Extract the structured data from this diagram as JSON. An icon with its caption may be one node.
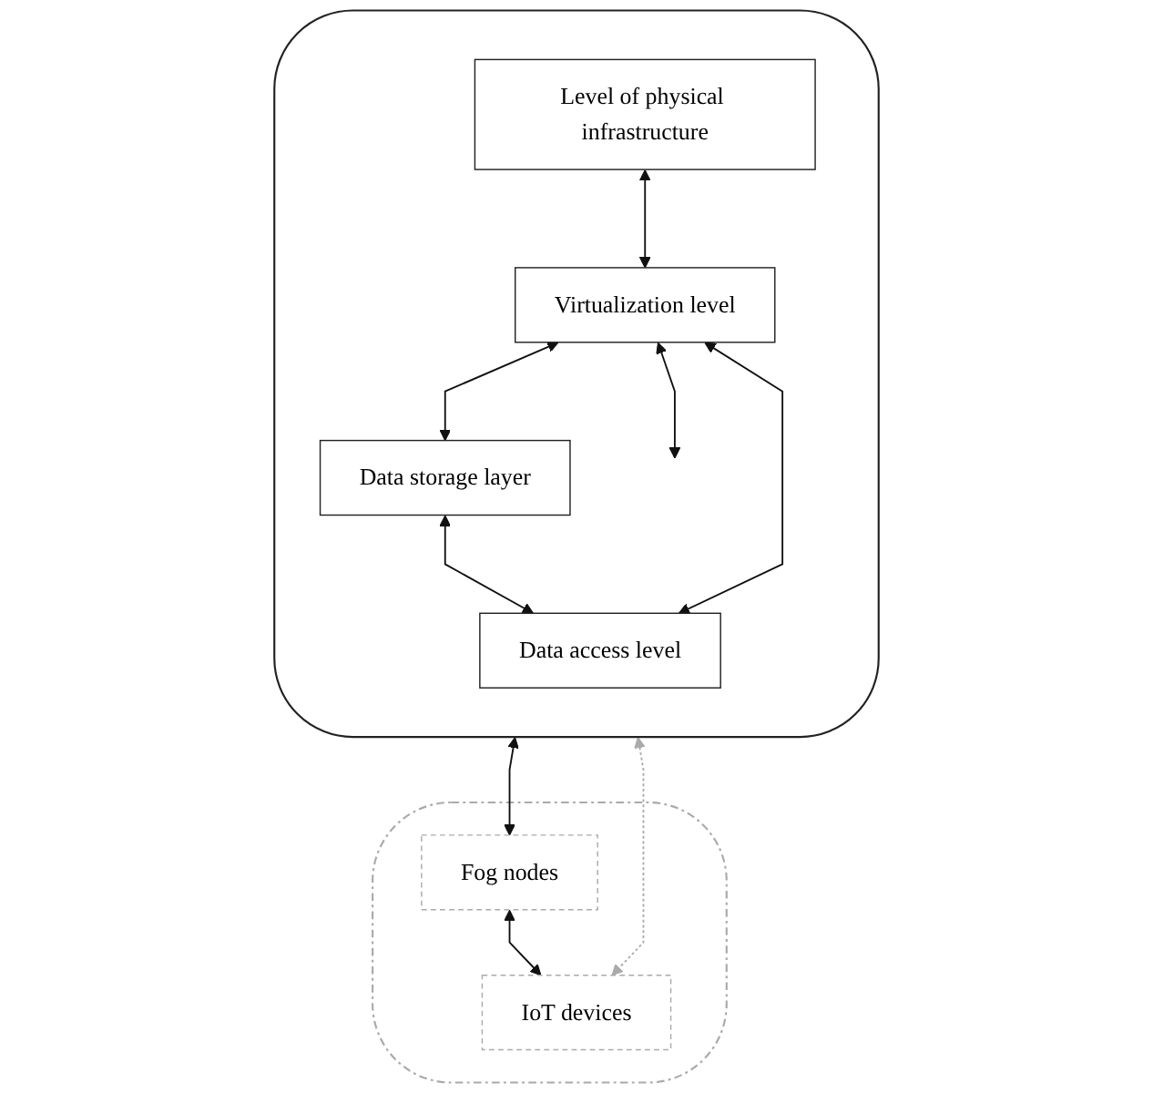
{
  "diagram": {
    "nodes": [
      {
        "text": [],
        "shape": "cloud"
      },
      {
        "text": [
          "Level of physical infrastructure"
        ],
        "in": 0
      },
      {
        "text": [
          "Data storage layer"
        ],
        "in": 0
      },
      {
        "text": [
          "Virtualization level"
        ],
        "in": 0
      },
      {
        "text": [
          "Data access level"
        ],
        "in": 0
      },
      {
        "text": [],
        "shape": "cloud"
      },
      {
        "text": [
          "Fog nodes"
        ],
        "in": 5
      },
      {
        "text": [
          "IoT devices"
        ],
        "in": 5
      }
    ],
    "edges": [
      {
        "from": 1,
        "to": 3,
        "arrow": "both"
      },
      {
        "from": 3,
        "to": 2,
        "arrow": "both"
      },
      {
        "from": 2,
        "to": 4,
        "arrow": "both"
      },
      {
        "from": 3,
        "to": 4,
        "arrow": "both"
      },
      {
        "from": 3,
        "to": null,
        "arrow": "both"
      },
      {
        "from": 0,
        "to": 6,
        "arrow": "both"
      },
      {
        "from": 0,
        "to": 7,
        "arrow": "both",
        "style": "dashed",
        "color": "#aaaaaa"
      },
      {
        "from": 6,
        "to": 7,
        "arrow": "both"
      }
    ]
  }
}
